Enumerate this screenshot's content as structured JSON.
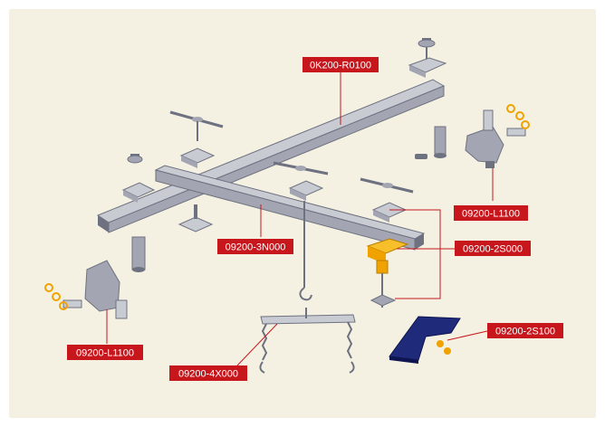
{
  "colors": {
    "panel_bg": "#f4f1e2",
    "label_bg": "#c8161d",
    "label_text": "#ffffff",
    "leader_line": "#c8161d",
    "metal_light": "#c9cbd3",
    "metal_mid": "#a3a6b2",
    "metal_dark": "#6e7180",
    "accent_orange": "#f0a300",
    "accent_navy": "#1f2a7a"
  },
  "labels": {
    "rail_top": "0K200-R0100",
    "rail_cross": "09200-3N000",
    "slider": "09200-2S000",
    "slider_plate": "09200-2S100",
    "bracket_right": "09200-L1100",
    "bracket_left": "09200-L1100",
    "hanger_bar": "09200-4X000"
  }
}
